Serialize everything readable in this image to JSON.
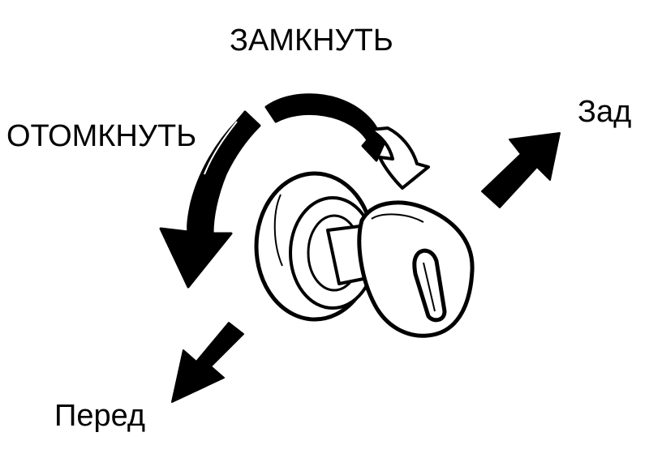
{
  "labels": {
    "lock": "ЗАМКНУТЬ",
    "unlock": "ОТОМКНУТЬ",
    "rear": "Зад",
    "front": "Перед"
  },
  "icons": {
    "lock_rotation": "curved-arrow-clockwise-icon",
    "unlock_rotation": "curved-arrow-counterclockwise-icon",
    "rear_direction": "arrow-up-right-icon",
    "front_direction": "arrow-down-left-icon",
    "key": "key-icon",
    "lock_cylinder": "lock-cylinder-icon"
  },
  "colors": {
    "ink": "#000000",
    "paper": "#ffffff"
  }
}
